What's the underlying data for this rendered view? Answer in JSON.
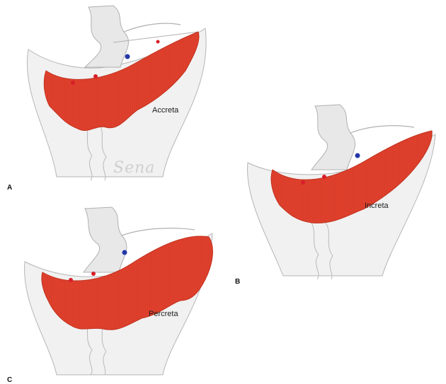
{
  "panels": [
    {
      "letter": "A",
      "label": "Accreta",
      "signature": "Sena"
    },
    {
      "letter": "B",
      "label": "Increta"
    },
    {
      "letter": "C",
      "label": "Percreta"
    }
  ],
  "colors": {
    "placenta": "#e1412e",
    "placenta_dark": "#c2321f",
    "uterus_fill": "#f1f1f1",
    "uterus_line": "#b5b5b5",
    "vessel_red": "#d81f2a",
    "vessel_blue": "#2438a8"
  }
}
